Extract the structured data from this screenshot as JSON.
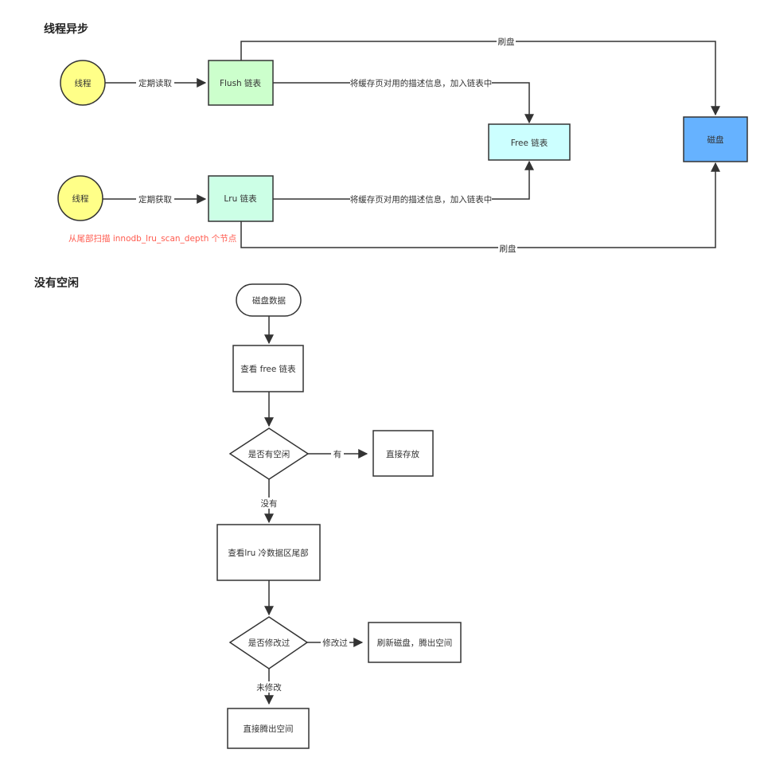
{
  "sections": {
    "async_title": "线程异步",
    "no_free_title": "没有空闲"
  },
  "async": {
    "thread1": "线程",
    "thread2": "线程",
    "flush_list": "Flush 链表",
    "lru_list": "Lru 链表",
    "free_list": "Free 链表",
    "disk": "磁盘",
    "edge_timer_read": "定期读取",
    "edge_timer_get": "定期获取",
    "edge_add_desc_1": "将缓存页对用的描述信息，加入链表中",
    "edge_add_desc_2": "将缓存页对用的描述信息，加入链表中",
    "edge_flush_top": "刷盘",
    "edge_flush_bottom": "刷盘",
    "scan_note": "从尾部扫描 innodb_lru_scan_depth 个节点"
  },
  "flow": {
    "start": "磁盘数据",
    "check_free": "查看 free 链表",
    "has_free": "是否有空闲",
    "store_direct": "直接存放",
    "yes_label": "有",
    "no_label": "没有",
    "check_lru": "查看lru 冷数据区尾部",
    "modified": "是否修改过",
    "modified_yes": "修改过",
    "flush_free": "刷新磁盘，腾出空间",
    "not_modified": "未修改",
    "free_direct": "直接腾出空间"
  },
  "colors": {
    "thread_fill": "#ffff88",
    "flush_fill": "#ccffcc",
    "lru_fill": "#ccffe6",
    "free_fill": "#ccffff",
    "disk_fill": "#66b2ff",
    "note_red": "#ff5b4f",
    "stroke": "#333333"
  }
}
